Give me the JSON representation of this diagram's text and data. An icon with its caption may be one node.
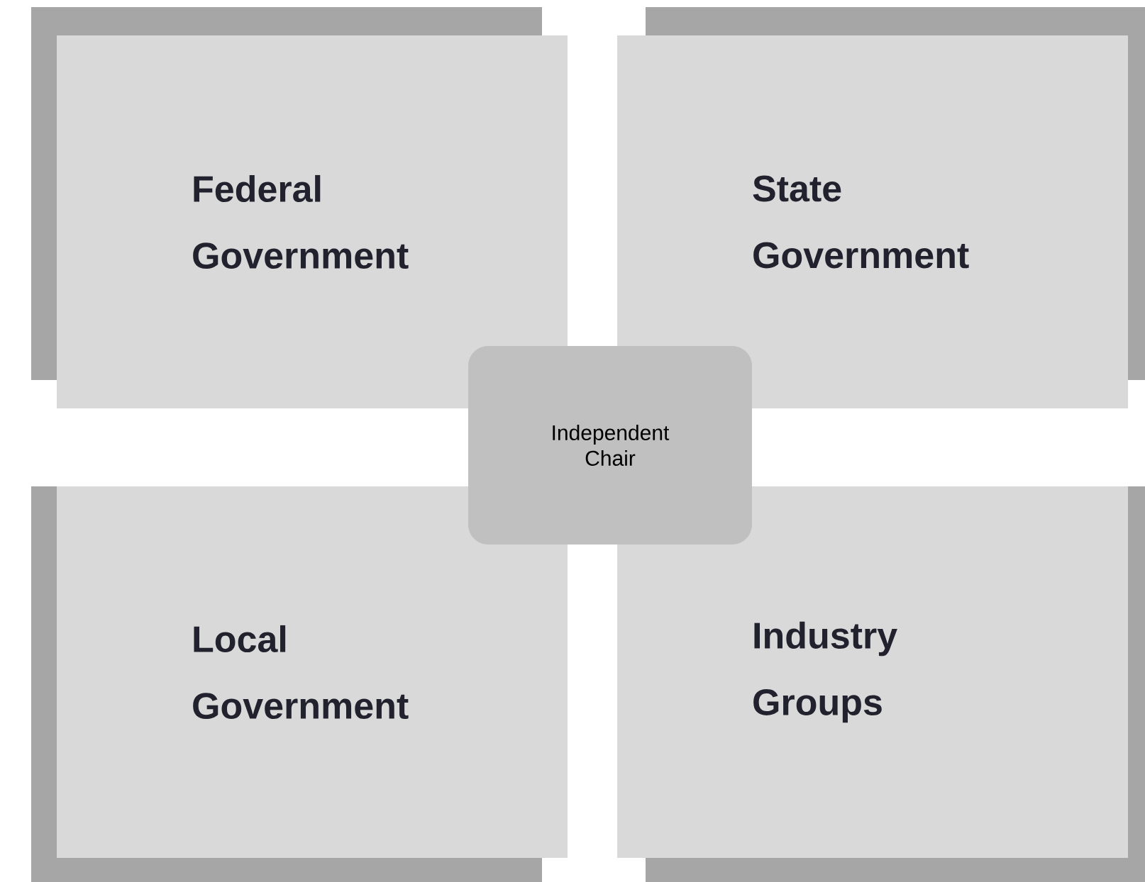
{
  "diagram": {
    "nodes": [
      {
        "text": [
          "Federal Government"
        ]
      },
      {
        "text": [
          "State Government"
        ]
      },
      {
        "text": [
          "Independent Chair"
        ]
      },
      {
        "text": [
          "Local Government"
        ]
      },
      {
        "text": [
          "Industry Groups"
        ]
      }
    ]
  }
}
